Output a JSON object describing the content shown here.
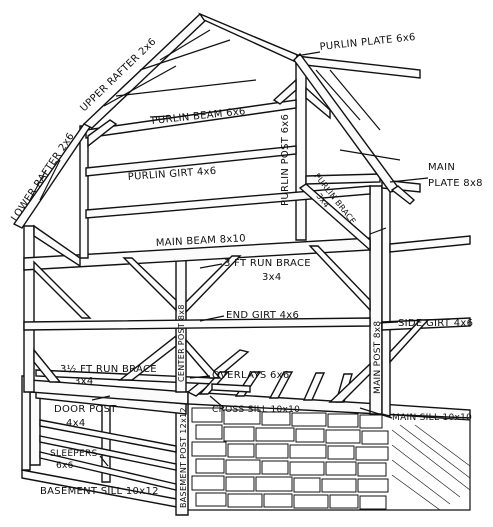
{
  "labels": {
    "upper_rafter": "UPPER RAFTER 2x6",
    "lower_rafter": "LOWER RAFTER 2x6",
    "purlin_plate": "PURLIN PLATE 6x6",
    "purlin_beam": "PURLIN BEAM 6x6",
    "purlin_girt": "PURLIN GIRT 4x6",
    "purlin_post": "PURLIN POST 6x6",
    "main_plate_line1": "MAIN",
    "main_plate_line2": "PLATE 8x8",
    "purlin_brace_line1": "PURLIN BRACE",
    "purlin_brace_line2": "3x4",
    "main_beam": "MAIN BEAM 8x10",
    "three_ft_brace_line1": "3 FT RUN BRACE",
    "three_ft_brace_line2": "3x4",
    "end_girt": "END GIRT 4x6",
    "side_girt": "SIDE GIRT 4x6",
    "center_post": "CENTER POST 8x8",
    "main_post": "MAIN POST 8x8",
    "three_half_brace_line1": "3½ FT RUN BRACE",
    "three_half_brace_line2": "3x4",
    "overlays": "OVERLAYS 6x6",
    "cross_sill": "CROSS SILL 10x10",
    "main_sill": "MAIN SILL 10x10",
    "door_post_line1": "DOOR POST",
    "door_post_line2": "4x4",
    "sleepers_line1": "SLEEPERS",
    "sleepers_line2": "6x6",
    "basement_post": "BASEMENT POST 12x12",
    "basement_sill": "BASEMENT SILL 10x12"
  }
}
